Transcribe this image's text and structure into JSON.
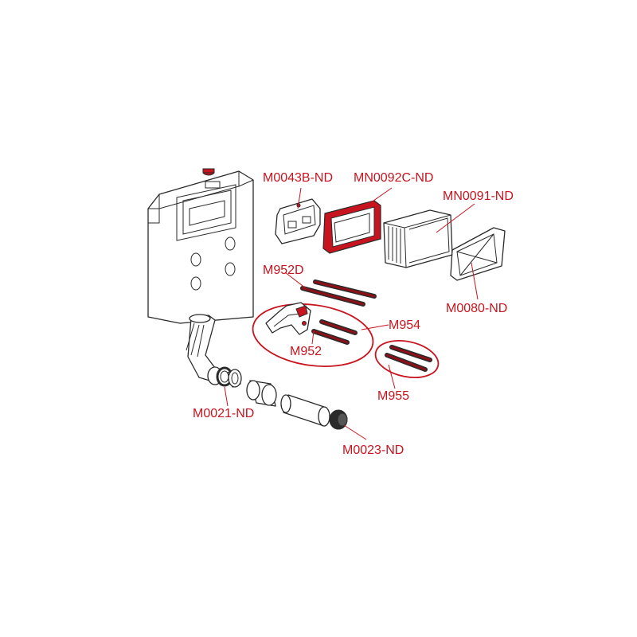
{
  "colors": {
    "accent": "#c8141e",
    "line": "#2a2a2a",
    "background": "#ffffff"
  },
  "labels": {
    "m0043b": "M0043B-ND",
    "mn0092c": "MN0092C-ND",
    "mn0091": "MN0091-ND",
    "m952d": "M952D",
    "m954": "M954",
    "m952": "M952",
    "m0080": "M0080-ND",
    "m955": "M955",
    "m0021": "M0021-ND",
    "m0023": "M0023-ND"
  }
}
